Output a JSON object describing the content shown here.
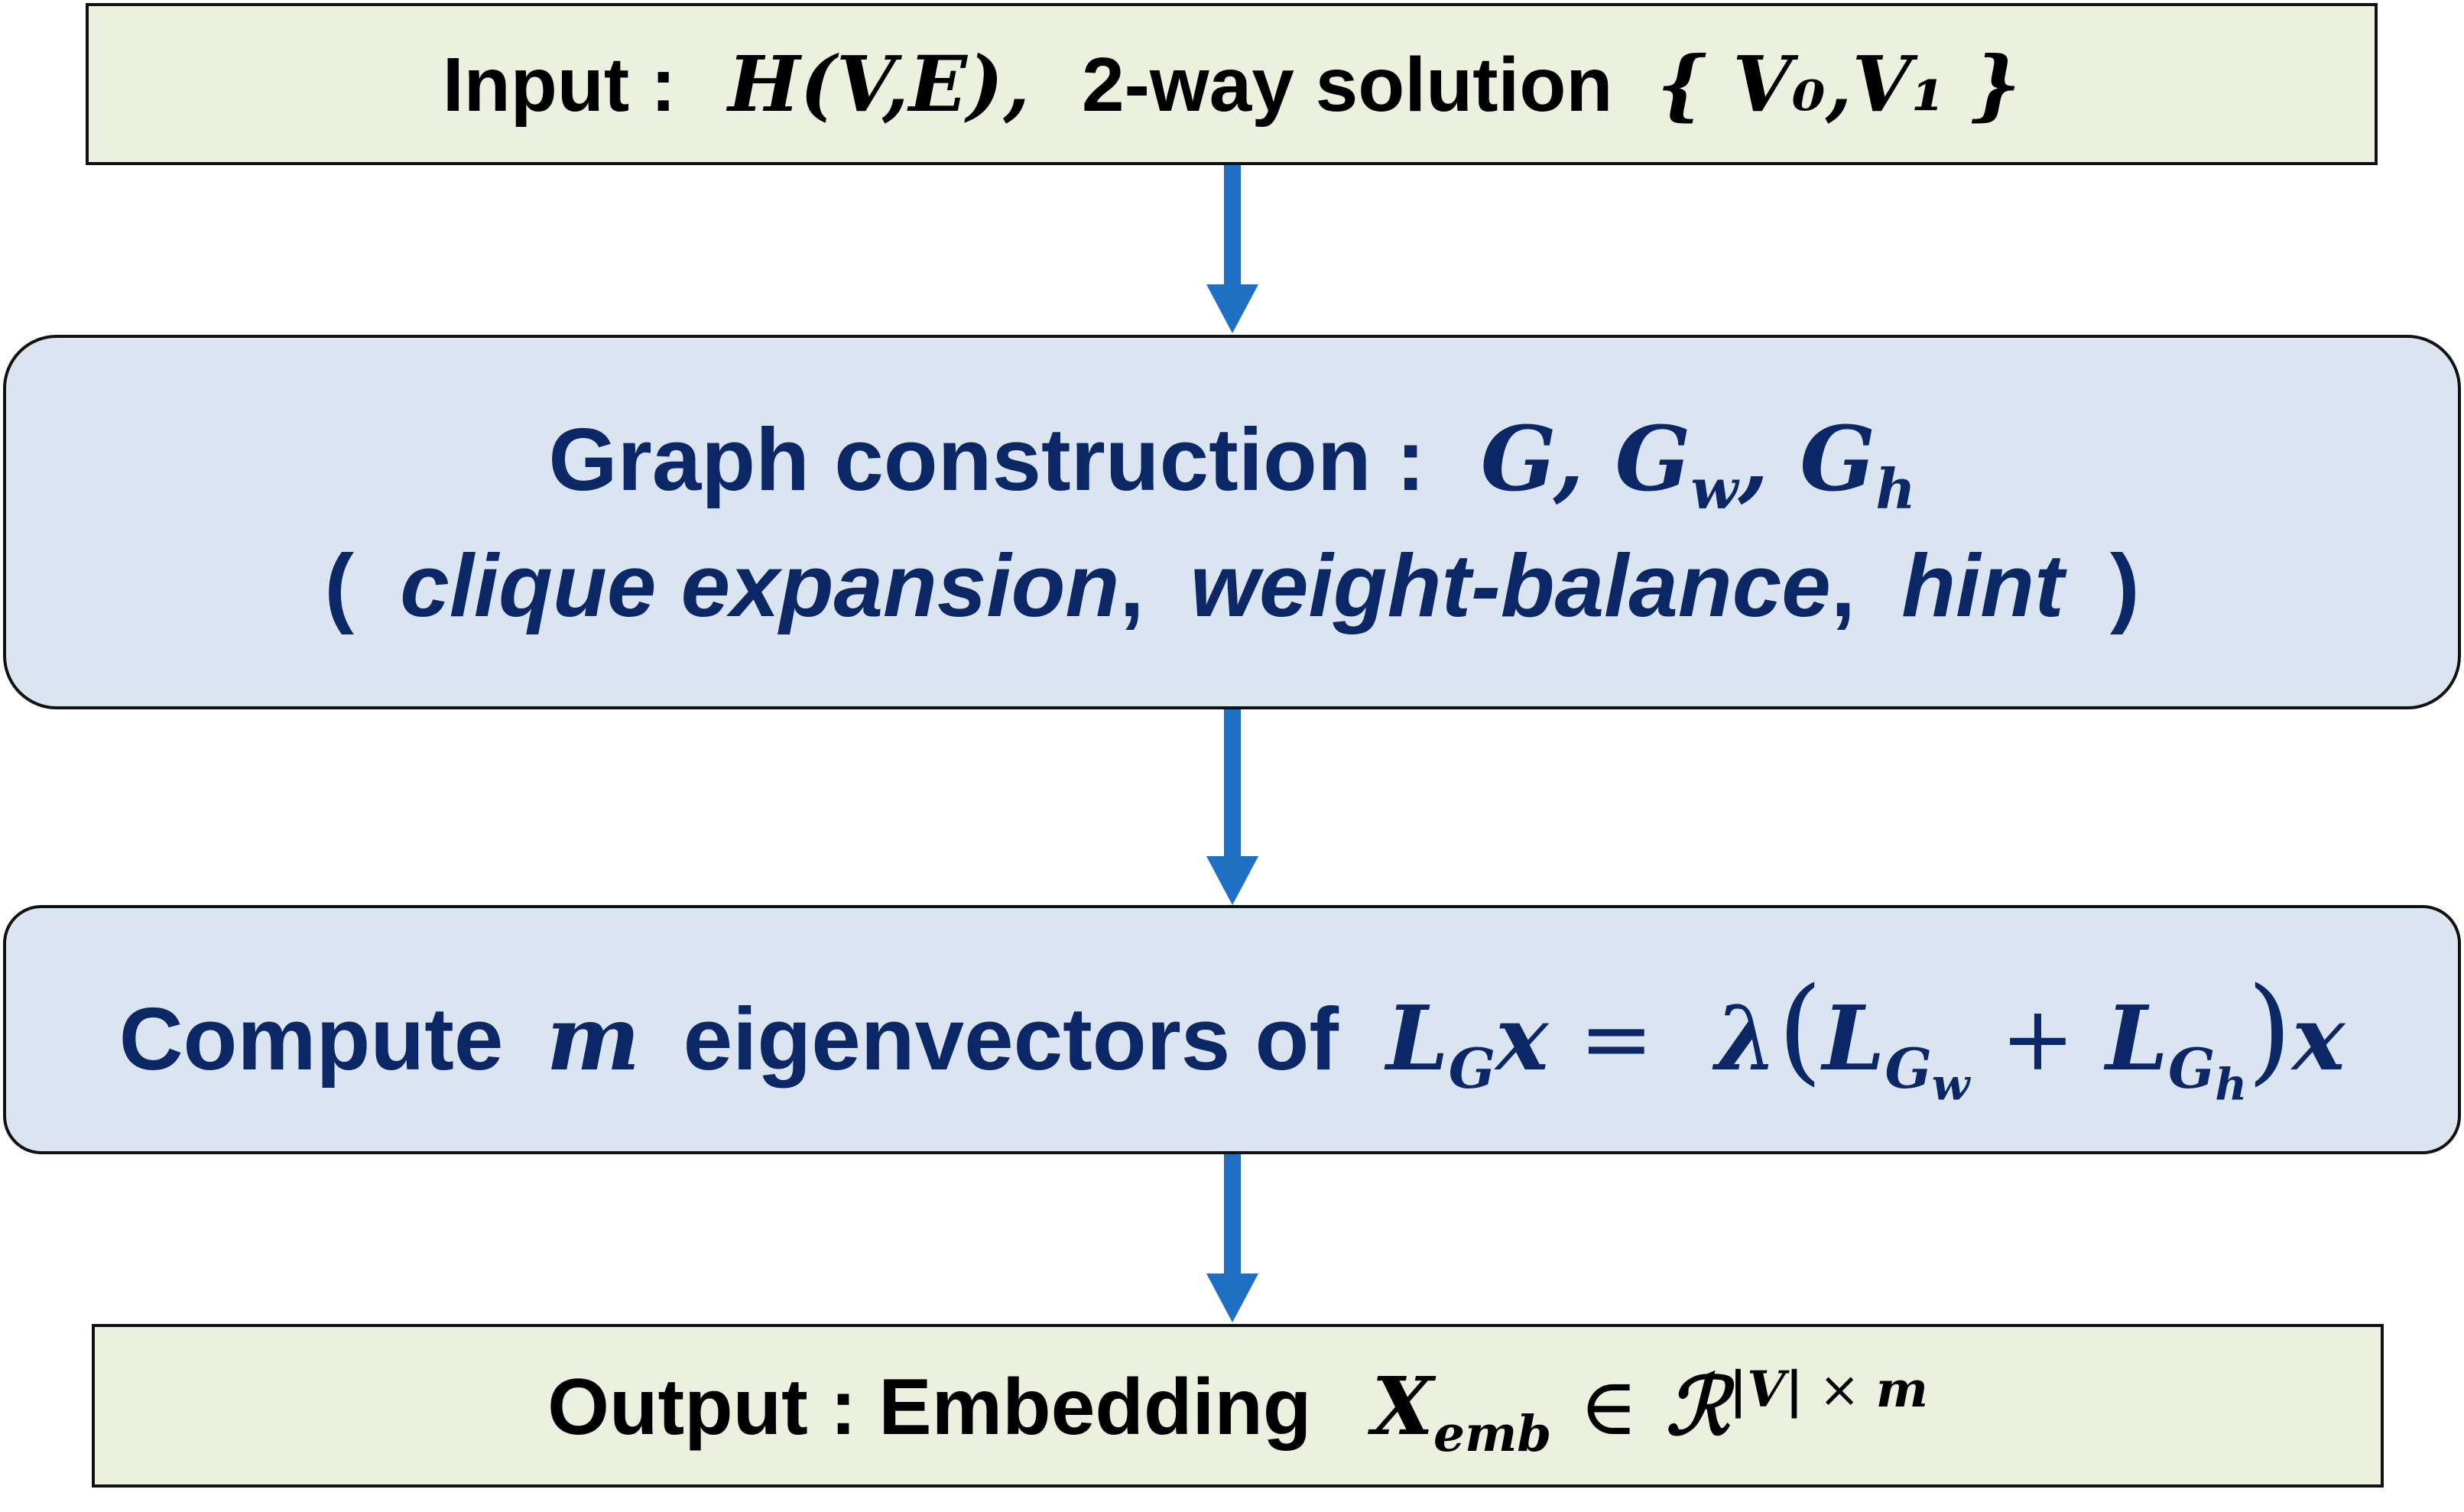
{
  "input_box": {
    "label": "Input :",
    "hypergraph": "H(V,E),",
    "solution_label": "2-way solution",
    "solution_set": "{ V₀,V₁ }"
  },
  "graph_box": {
    "label": "Graph construction :",
    "graphs": "G, Gw, Gh",
    "open_paren": "(",
    "item1": "clique expansion",
    "sep1": ",",
    "item2": "weight-balance",
    "sep2": ",",
    "item3": "hint",
    "close_paren": ")"
  },
  "eigen_box": {
    "label_pre": "Compute",
    "m": "m",
    "label_post": "eigenvectors of",
    "equation": "L_G x = λ(L_Gw + L_Gh)x"
  },
  "output_box": {
    "label": "Output : Embedding",
    "expression": "X_emb ∈ ℛ^{|V|×m}"
  },
  "colors": {
    "input_fill": "#ecf0df",
    "process_fill": "#dbe4f1",
    "arrow": "#1f6fc3",
    "process_text": "#0b2765"
  }
}
